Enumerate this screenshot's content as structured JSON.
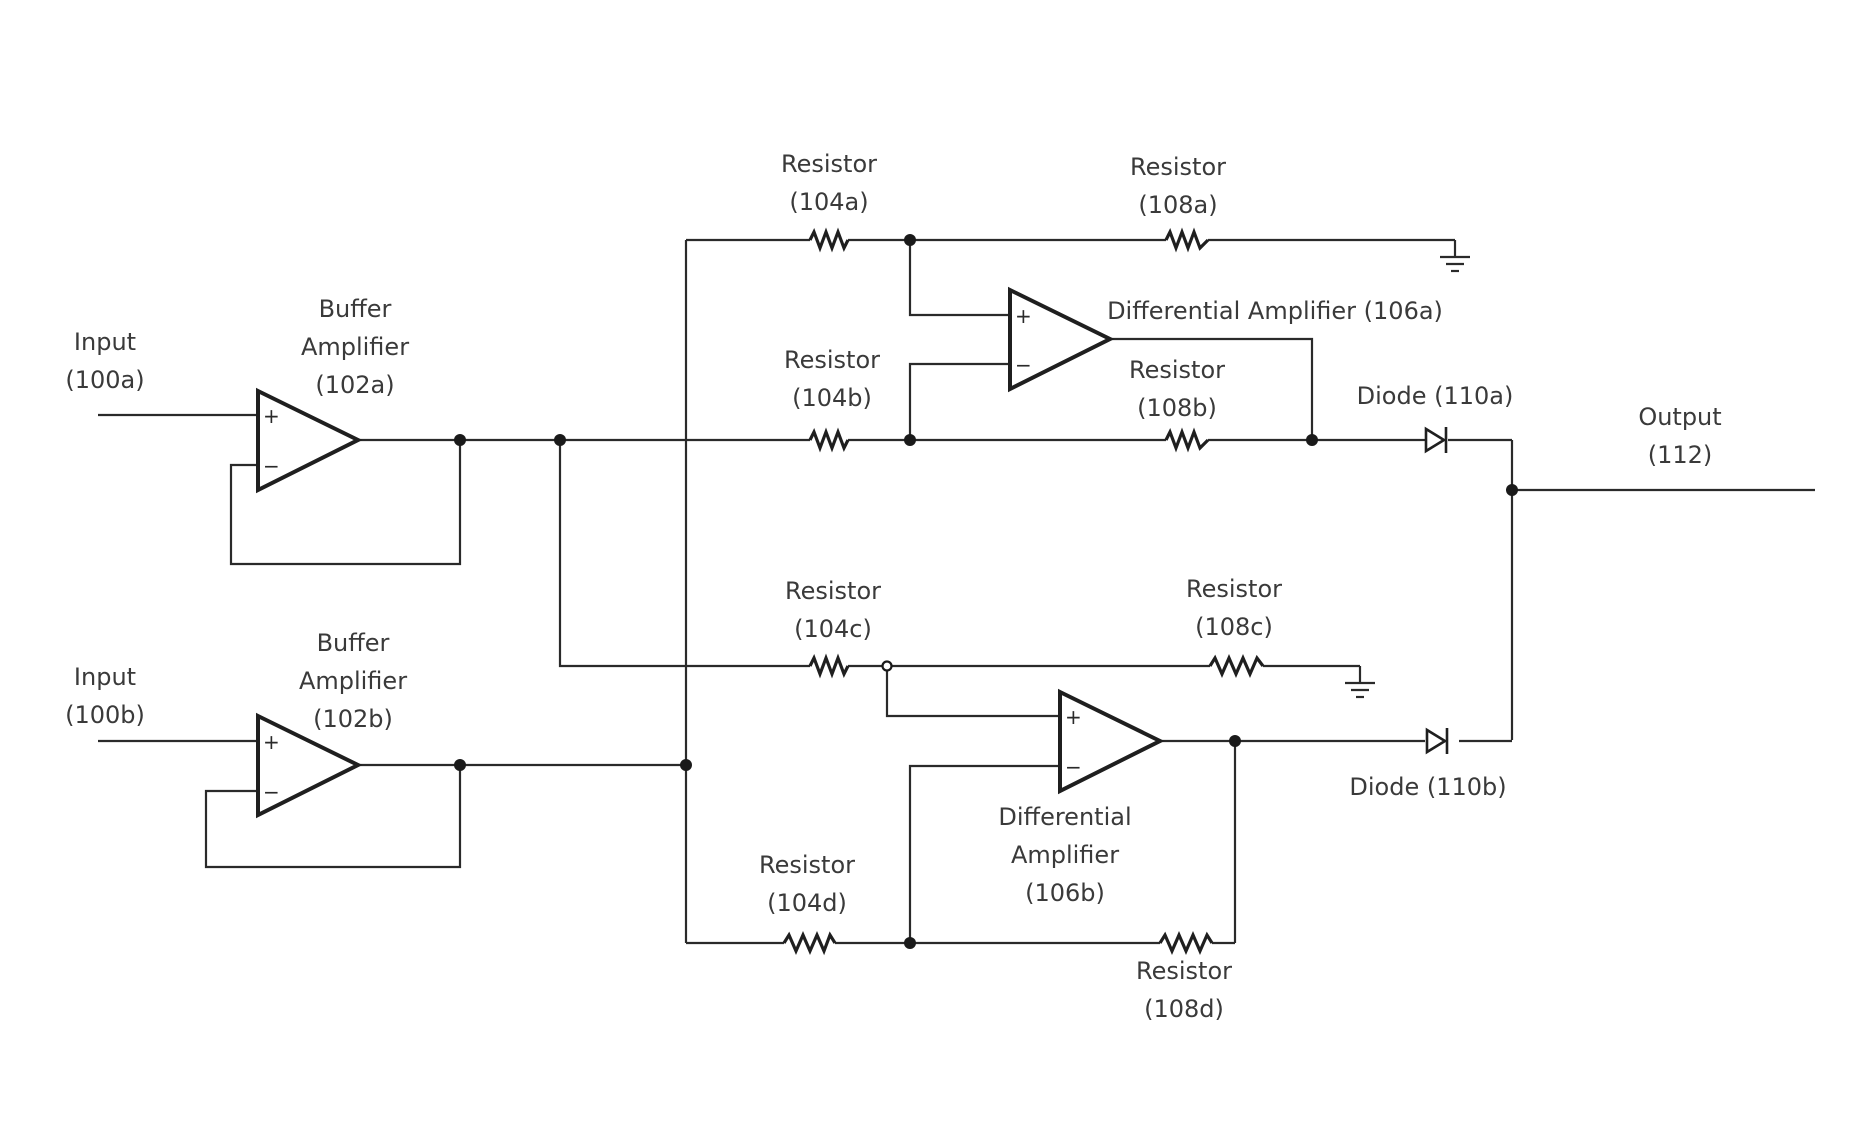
{
  "labels": {
    "input_a": [
      "Input",
      "(100a)"
    ],
    "input_b": [
      "Input",
      "(100b)"
    ],
    "buffer_a": [
      "Buffer",
      "Amplifier",
      "(102a)"
    ],
    "buffer_b": [
      "Buffer",
      "Amplifier",
      "(102b)"
    ],
    "resistor_104a": [
      "Resistor",
      "(104a)"
    ],
    "resistor_104b": [
      "Resistor",
      "(104b)"
    ],
    "resistor_104c": [
      "Resistor",
      "(104c)"
    ],
    "resistor_104d": [
      "Resistor",
      "(104d)"
    ],
    "resistor_108a": [
      "Resistor",
      "(108a)"
    ],
    "resistor_108b": [
      "Resistor",
      "(108b)"
    ],
    "resistor_108c": [
      "Resistor",
      "(108c)"
    ],
    "resistor_108d": [
      "Resistor",
      "(108d)"
    ],
    "diff_amp_a": "Differential Amplifier (106a)",
    "diff_amp_b": [
      "Differential",
      "Amplifier",
      "(106b)"
    ],
    "diode_a": "Diode (110a)",
    "diode_b": "Diode (110b)",
    "output": [
      "Output",
      "(112)"
    ]
  },
  "symbols": {
    "plus": "+",
    "minus": "−"
  }
}
